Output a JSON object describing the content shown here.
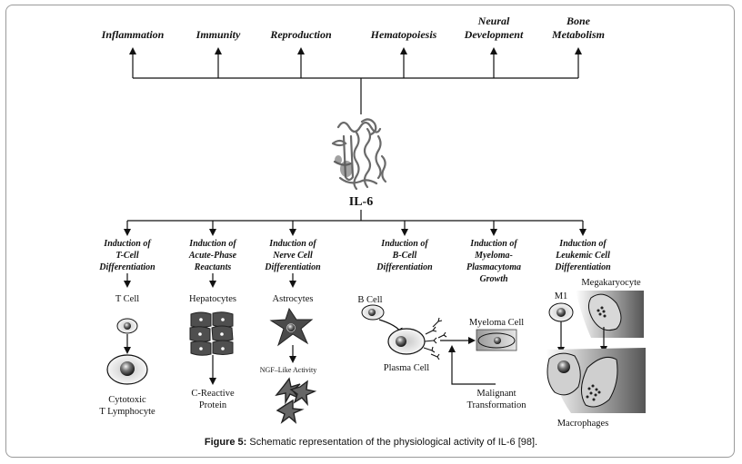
{
  "top_effects": [
    "Inflammation",
    "Immunity",
    "Reproduction",
    "Hematopoiesis",
    [
      "Neural",
      "Development"
    ],
    [
      "Bone",
      "Metabolism"
    ]
  ],
  "center_label": "IL-6",
  "inductions": [
    [
      "Induction of",
      "T-Cell",
      "Differentiation"
    ],
    [
      "Induction of",
      "Acute-Phase",
      "Reactants"
    ],
    [
      "Induction of",
      "Nerve Cell",
      "Differentiation"
    ],
    [
      "Induction of",
      "B-Cell",
      "Differentiation"
    ],
    [
      "Induction of",
      "Myeloma-",
      "Plasmacytoma",
      "Growth"
    ],
    [
      "Induction of",
      "Leukemic Cell",
      "Differentiation"
    ]
  ],
  "cells": {
    "t_cell": "T Cell",
    "ctl": [
      "Cytotoxic",
      "T Lymphocyte"
    ],
    "hepatocytes": "Hepatocytes",
    "crp": [
      "C-Reactive",
      "Protein"
    ],
    "astrocytes": "Astrocytes",
    "ngf": "NGF–Like Activity",
    "b_cell": "B Cell",
    "plasma_cell": "Plasma Cell",
    "myeloma_cell": "Myeloma Cell",
    "malignant": [
      "Malignant",
      "Transformation"
    ],
    "megakaryocyte": "Megakaryocyte",
    "m1": "M1",
    "macrophages": "Macrophages"
  },
  "caption": {
    "prefix": "Figure 5:",
    "text": " Schematic representation of the physiological activity of IL-6 [98]."
  }
}
